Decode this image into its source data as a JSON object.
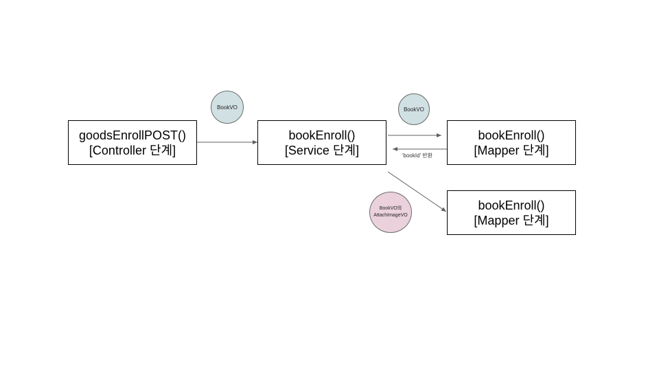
{
  "boxes": {
    "controller": {
      "line1": "goodsEnrollPOST()",
      "line2": "[Controller 단계]"
    },
    "service": {
      "line1": "bookEnroll()",
      "line2": "[Service 단계]"
    },
    "mapper1": {
      "line1": "bookEnroll()",
      "line2": "[Mapper 단계]"
    },
    "mapper2": {
      "line1": "bookEnroll()",
      "line2": "[Mapper 단계]"
    }
  },
  "circles": {
    "bookvo_1": {
      "label": "BookVO",
      "color": "#d0e0e3"
    },
    "bookvo_2": {
      "label": "BookVO",
      "color": "#d0e0e3"
    },
    "attach": {
      "line1": "BookVO의",
      "line2": "AttachImageVO",
      "color": "#ead1dc"
    }
  },
  "return_label": "'bookId' 반환",
  "colors": {
    "arrow": "#5f5f5f",
    "border": "#000000"
  }
}
